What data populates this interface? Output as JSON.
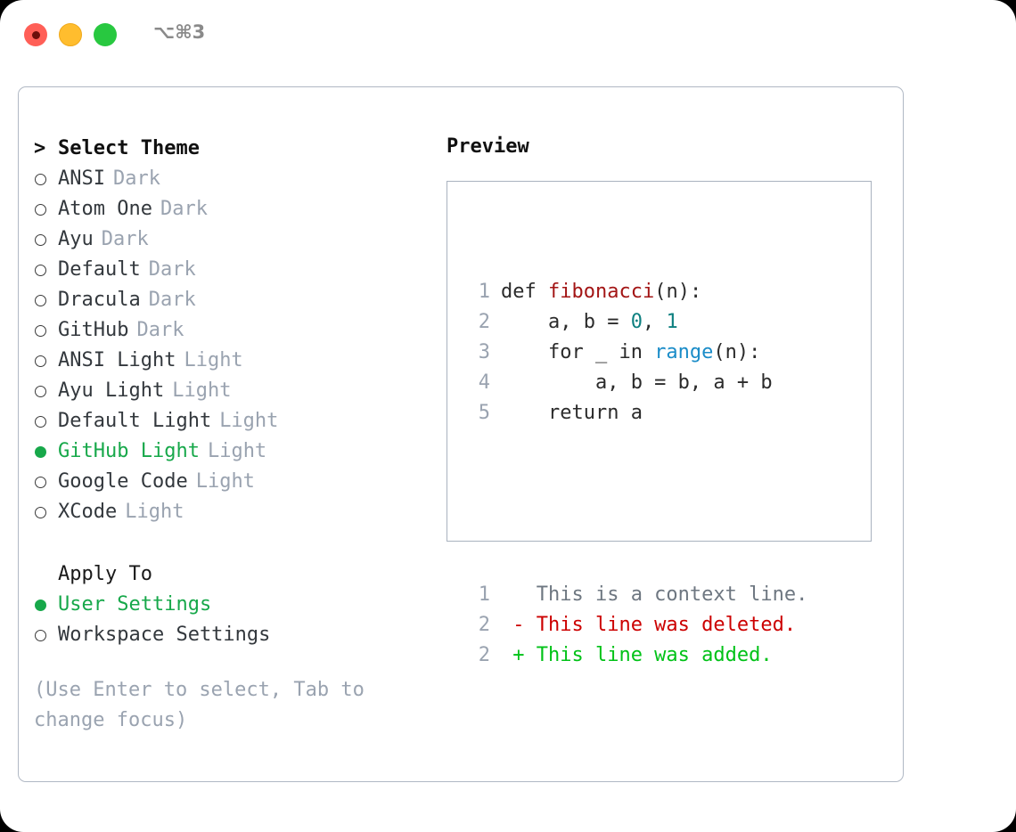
{
  "window": {
    "shortcut_label": "⌥⌘3",
    "traffic_lights": [
      {
        "name": "close-button",
        "color": "#ff5f57"
      },
      {
        "name": "minimize-button",
        "color": "#ffbd2e"
      },
      {
        "name": "zoom-button",
        "color": "#28c840"
      }
    ]
  },
  "theme_selector": {
    "caret": ">",
    "header": "Select Theme",
    "bullet_empty": "○",
    "bullet_filled": "●",
    "items": [
      {
        "name": "ANSI",
        "tag": "Dark",
        "selected": false
      },
      {
        "name": "Atom One",
        "tag": "Dark",
        "selected": false
      },
      {
        "name": "Ayu",
        "tag": "Dark",
        "selected": false
      },
      {
        "name": "Default",
        "tag": "Dark",
        "selected": false
      },
      {
        "name": "Dracula",
        "tag": "Dark",
        "selected": false
      },
      {
        "name": "GitHub",
        "tag": "Dark",
        "selected": false
      },
      {
        "name": "ANSI Light",
        "tag": "Light",
        "selected": false
      },
      {
        "name": "Ayu Light",
        "tag": "Light",
        "selected": false
      },
      {
        "name": "Default Light",
        "tag": "Light",
        "selected": false
      },
      {
        "name": "GitHub Light",
        "tag": "Light",
        "selected": true
      },
      {
        "name": "Google Code",
        "tag": "Light",
        "selected": false
      },
      {
        "name": "XCode",
        "tag": "Light",
        "selected": false
      }
    ]
  },
  "apply_to": {
    "header": "Apply To",
    "options": [
      {
        "name": "User Settings",
        "selected": true
      },
      {
        "name": "Workspace Settings",
        "selected": false
      }
    ]
  },
  "hint": {
    "text": "(Use Enter to select, Tab to change focus)"
  },
  "preview": {
    "title": "Preview",
    "code_lines": [
      {
        "no": "1",
        "tokens": [
          {
            "t": "def ",
            "k": "def"
          },
          {
            "t": "fibonacci",
            "k": "fn"
          },
          {
            "t": "(n):",
            "k": "plain"
          }
        ]
      },
      {
        "no": "2",
        "tokens": [
          {
            "t": "    a, b = ",
            "k": "plain"
          },
          {
            "t": "0",
            "k": "num"
          },
          {
            "t": ", ",
            "k": "plain"
          },
          {
            "t": "1",
            "k": "num"
          }
        ]
      },
      {
        "no": "3",
        "tokens": [
          {
            "t": "    for _ in ",
            "k": "plain"
          },
          {
            "t": "range",
            "k": "builtin"
          },
          {
            "t": "(n):",
            "k": "plain"
          }
        ]
      },
      {
        "no": "4",
        "tokens": [
          {
            "t": "        a, b = b, a + b",
            "k": "plain"
          }
        ]
      },
      {
        "no": "5",
        "tokens": [
          {
            "t": "    return a",
            "k": "plain"
          }
        ]
      }
    ],
    "diff_lines": [
      {
        "no": "1",
        "sign": " ",
        "text": "This is a context line.",
        "kind": "ctx"
      },
      {
        "no": "2",
        "sign": "-",
        "text": "This line was deleted.",
        "kind": "del"
      },
      {
        "no": "2",
        "sign": "+",
        "text": "This line was added.",
        "kind": "add"
      }
    ]
  },
  "colors": {
    "accent_green": "#17a84a",
    "diff_add": "#00c217",
    "diff_del": "#cc0000",
    "muted": "#9aa3b0",
    "border": "#b0b8c4",
    "syntax_function": "#a31515",
    "syntax_number": "#0e8080",
    "syntax_builtin": "#1a8cc8"
  }
}
